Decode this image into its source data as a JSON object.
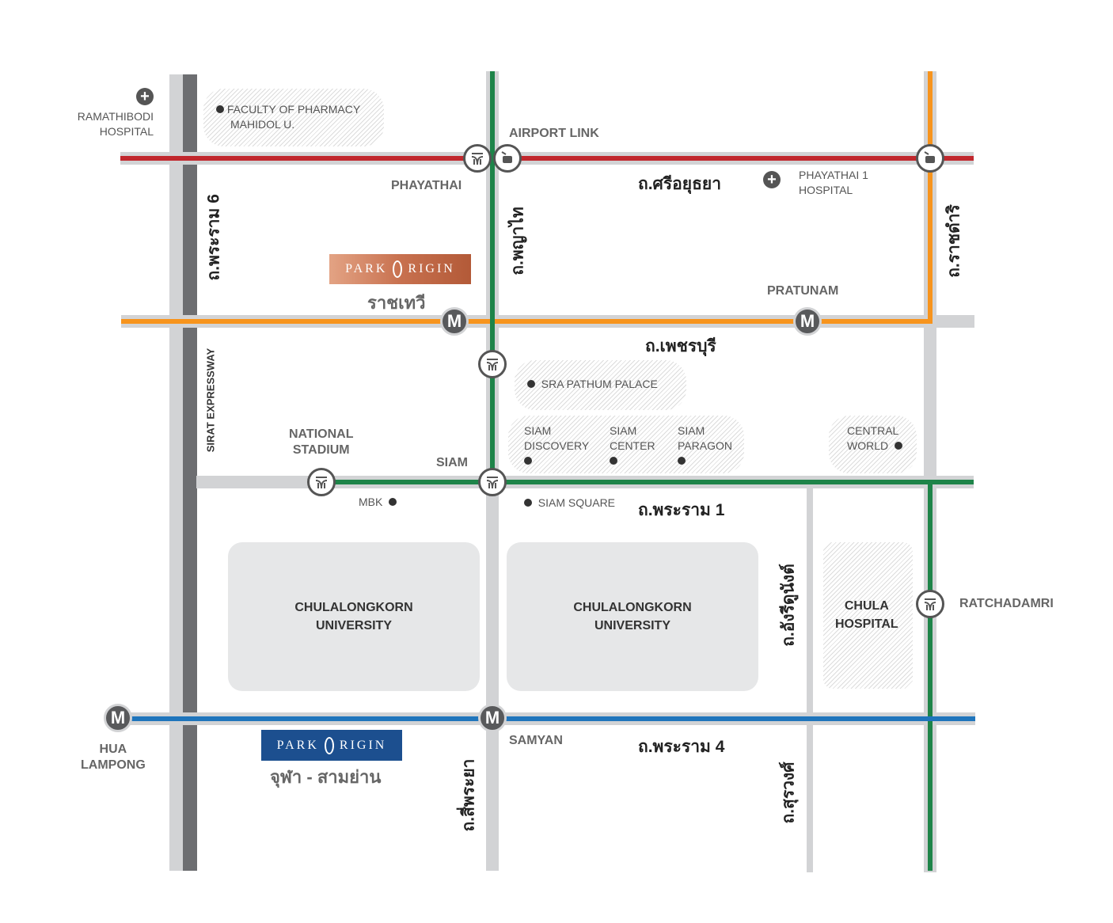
{
  "colors": {
    "red_line": "#c1272d",
    "orange_line": "#f7941d",
    "green_line": "#1e8449",
    "blue_line": "#1f75bc",
    "road": "#d2d3d5",
    "expressway": "#6d6e71",
    "park_origin_rajthevee": "#c8714f",
    "park_origin_chula": "#1c4f8f"
  },
  "places": {
    "ramathibodi": "RAMATHIBODI\nHOSPITAL",
    "pharmacy_1": "FACULTY OF PHARMACY",
    "pharmacy_2": "MAHIDOL U.",
    "airport_link": "AIRPORT LINK",
    "phayathai": "PHAYATHAI",
    "phayathai1_1": "PHAYATHAI 1",
    "phayathai1_2": "HOSPITAL",
    "pratunam": "PRATUNAM",
    "sra_pathum": "SRA PATHUM PALACE",
    "siam_discovery_1": "SIAM",
    "siam_discovery_2": "DISCOVERY",
    "siam_center_1": "SIAM",
    "siam_center_2": "CENTER",
    "siam_paragon_1": "SIAM",
    "siam_paragon_2": "PARAGON",
    "central_world_1": "CENTRAL",
    "central_world_2": "WORLD",
    "national_stadium_1": "NATIONAL",
    "national_stadium_2": "STADIUM",
    "siam": "SIAM",
    "mbk": "MBK",
    "siam_square": "SIAM SQUARE",
    "chula_1": "CHULALONGKORN",
    "chula_2": "UNIVERSITY",
    "chula_hospital_1": "CHULA",
    "chula_hospital_2": "HOSPITAL",
    "ratchadamri": "RATCHADAMRI",
    "hua_lampong_1": "HUA",
    "hua_lampong_2": "LAMPONG",
    "samyan": "SAMYAN"
  },
  "roads": {
    "rama6": "ถ.พระราม 6",
    "sirat": "SIRAT EXPRESSWAY",
    "phayathai_rd": "ถ.พญาไท",
    "sri_ayutthaya": "ถ.ศรีอยุธยา",
    "ratchadamri_rd": "ถ.ราชดำริ",
    "phetchaburi": "ถ.เพชรบุรี",
    "rama1": "ถ.พระราม 1",
    "henri_dunant": "ถ.อังรีดูนังต์",
    "rama4": "ถ.พระราม 4",
    "surawong": "ถ.สุรวงศ์",
    "si_phraya": "ถ.สี่พระยา"
  },
  "projects": {
    "logo_text_1": "PARK",
    "logo_text_2": "RIGIN",
    "rajthevee": "ราชเทวี",
    "chula_samyan": "จุฬา - สามย่าน"
  },
  "icons": {
    "bts": "bts-station-icon",
    "mrt": "M",
    "arl": "airport-link-icon",
    "hospital": "+"
  }
}
